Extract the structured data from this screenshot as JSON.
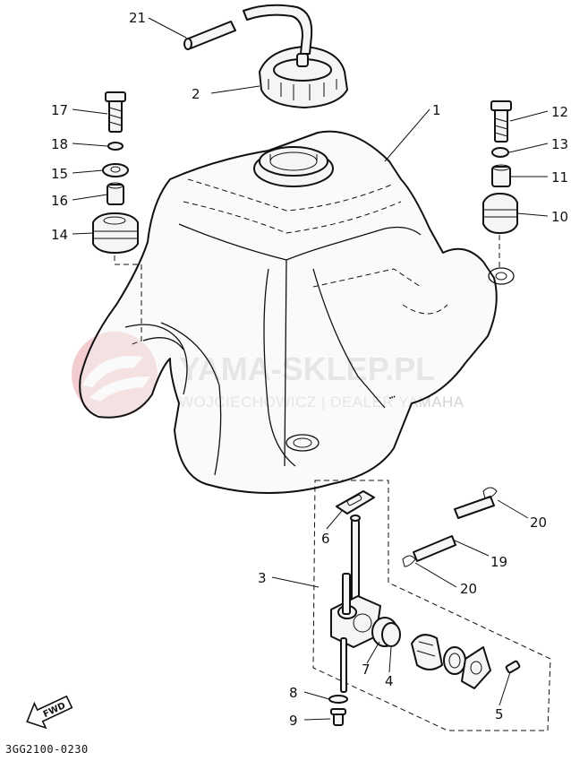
{
  "diagram_code": "3GG2100-0230",
  "fwd_label": "FWD",
  "watermark": {
    "title": "YAMA-SKLEP.PL",
    "subtitle": "WOJCIECHOWICZ | DEALER YAMAHA",
    "logo_color": "#e8a4a8"
  },
  "callouts": [
    "1",
    "2",
    "3",
    "4",
    "5",
    "6",
    "7",
    "8",
    "9",
    "10",
    "11",
    "12",
    "13",
    "14",
    "15",
    "16",
    "17",
    "18",
    "19",
    "20",
    "20",
    "21"
  ]
}
